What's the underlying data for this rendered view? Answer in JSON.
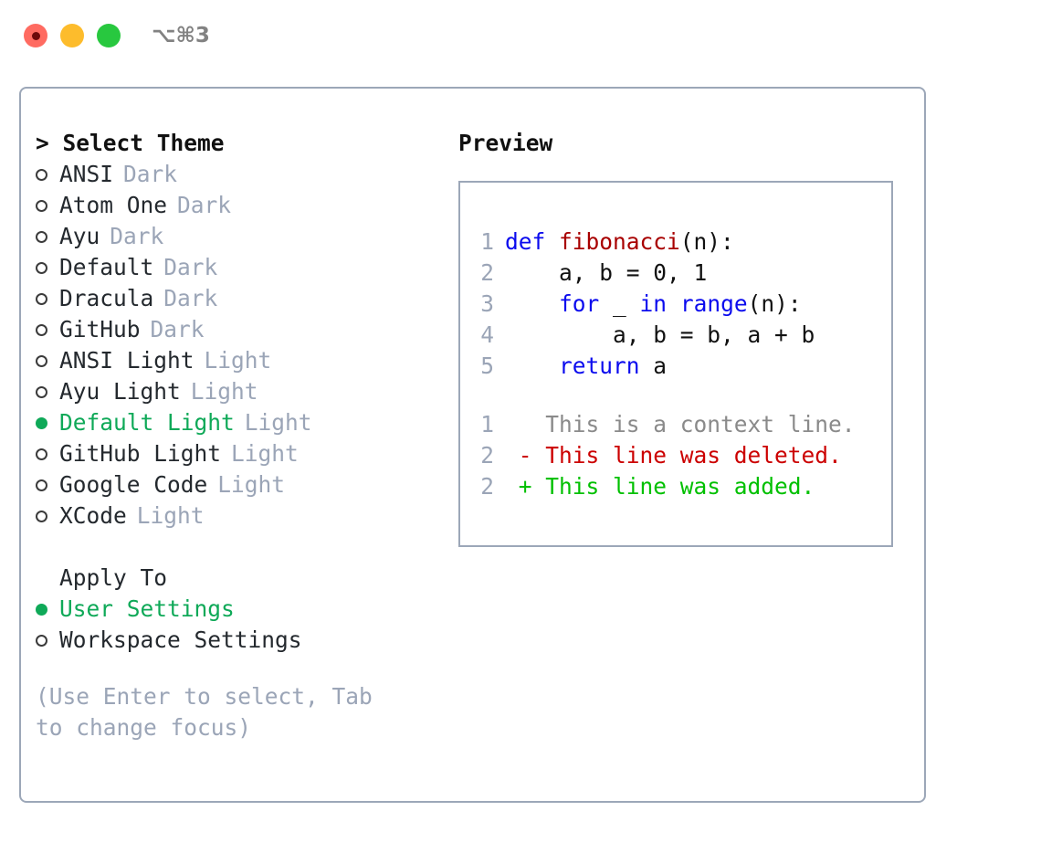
{
  "window": {
    "title": "⌥⌘3",
    "traffic_lights": [
      {
        "name": "close",
        "color": "#FF6B61"
      },
      {
        "name": "minimize",
        "color": "#FDBC2C"
      },
      {
        "name": "maximize",
        "color": "#28C83F"
      }
    ]
  },
  "theme_panel": {
    "header": "> Select Theme",
    "items": [
      {
        "marker": "○",
        "label": "ANSI",
        "tag": "Dark",
        "selected": false
      },
      {
        "marker": "○",
        "label": "Atom One",
        "tag": "Dark",
        "selected": false
      },
      {
        "marker": "○",
        "label": "Ayu",
        "tag": "Dark",
        "selected": false
      },
      {
        "marker": "○",
        "label": "Default",
        "tag": "Dark",
        "selected": false
      },
      {
        "marker": "○",
        "label": "Dracula",
        "tag": "Dark",
        "selected": false
      },
      {
        "marker": "○",
        "label": "GitHub",
        "tag": "Dark",
        "selected": false
      },
      {
        "marker": "○",
        "label": "ANSI Light",
        "tag": "Light",
        "selected": false
      },
      {
        "marker": "○",
        "label": "Ayu Light",
        "tag": "Light",
        "selected": false
      },
      {
        "marker": "●",
        "label": "Default Light",
        "tag": "Light",
        "selected": true
      },
      {
        "marker": "○",
        "label": "GitHub Light",
        "tag": "Light",
        "selected": false
      },
      {
        "marker": "○",
        "label": "Google Code",
        "tag": "Light",
        "selected": false
      },
      {
        "marker": "○",
        "label": "XCode",
        "tag": "Light",
        "selected": false
      }
    ]
  },
  "apply_to": {
    "header": "Apply To",
    "options": [
      {
        "label": "User Settings",
        "selected": true
      },
      {
        "label": "Workspace Settings",
        "selected": false
      }
    ]
  },
  "hint": "(Use Enter to select, Tab to change focus)",
  "preview": {
    "title": "Preview",
    "code_lines": [
      {
        "no": "1",
        "tokens": [
          {
            "t": "def ",
            "c": "kw"
          },
          {
            "t": "fibonacci",
            "c": "fn"
          },
          {
            "t": "(n):",
            "c": "plain"
          }
        ]
      },
      {
        "no": "2",
        "tokens": [
          {
            "t": "    a, b = 0, 1",
            "c": "plain"
          }
        ]
      },
      {
        "no": "3",
        "tokens": [
          {
            "t": "    ",
            "c": "plain"
          },
          {
            "t": "for",
            "c": "kw"
          },
          {
            "t": " _ ",
            "c": "plain"
          },
          {
            "t": "in",
            "c": "kw"
          },
          {
            "t": " ",
            "c": "plain"
          },
          {
            "t": "range",
            "c": "kw"
          },
          {
            "t": "(n):",
            "c": "plain"
          }
        ]
      },
      {
        "no": "4",
        "tokens": [
          {
            "t": "        a, b = b, a + b",
            "c": "plain"
          }
        ]
      },
      {
        "no": "5",
        "tokens": [
          {
            "t": "    ",
            "c": "plain"
          },
          {
            "t": "return",
            "c": "kw"
          },
          {
            "t": " a",
            "c": "plain"
          }
        ]
      }
    ],
    "diff_lines": [
      {
        "no": "1",
        "sign": " ",
        "text": "This is a context line.",
        "kind": "context"
      },
      {
        "no": "2",
        "sign": "-",
        "text": "This line was deleted.",
        "kind": "deleted"
      },
      {
        "no": "2",
        "sign": "+",
        "text": "This line was added.",
        "kind": "added"
      }
    ]
  },
  "colors": {
    "accent_green": "#0FA958",
    "muted": "#9BA5B7",
    "border": "#9CA7B8",
    "keyword": "#0B0BEE",
    "function": "#A80000",
    "diff_deleted": "#CC0000",
    "diff_added": "#00C000",
    "diff_context": "#8A8A8A"
  }
}
